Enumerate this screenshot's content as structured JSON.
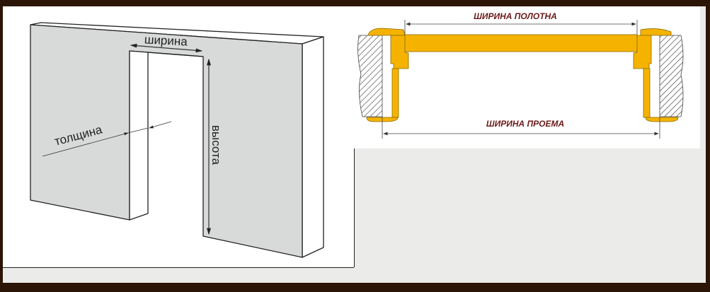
{
  "left_diagram": {
    "width_label": "ширина",
    "height_label": "высота",
    "thickness_label": "толщина"
  },
  "right_diagram": {
    "leaf_width_label": "ШИРИНА ПОЛОТНА",
    "opening_width_label": "ШИРИНА ПРОЕМА"
  },
  "colors": {
    "frame": "#2b1506",
    "wall": "#d8d9d9",
    "door_wood": "#f5b300",
    "label_red": "#6b1a1a"
  }
}
